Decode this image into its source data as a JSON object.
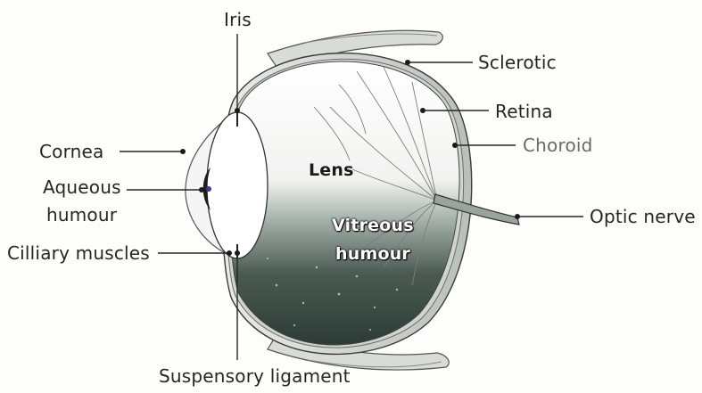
{
  "labels": {
    "iris": "Iris",
    "sclerotic": "Sclerotic",
    "retina": "Retina",
    "choroid": "Choroid",
    "cornea": "Cornea",
    "aqueous_line1": "Aqueous",
    "aqueous_line2": "humour",
    "optic_nerve": "Optic nerve",
    "ciliary": "Cilliary muscles",
    "suspensory": "Suspensory ligament",
    "lens": "Lens",
    "vitreous_line1": "Vitreous",
    "vitreous_line2": "humour"
  },
  "colors": {
    "ink": "#262626",
    "vitreous_dark": "#2d3b36",
    "vitreous_mid": "#7f8f88",
    "lens_white": "#ffffff"
  }
}
